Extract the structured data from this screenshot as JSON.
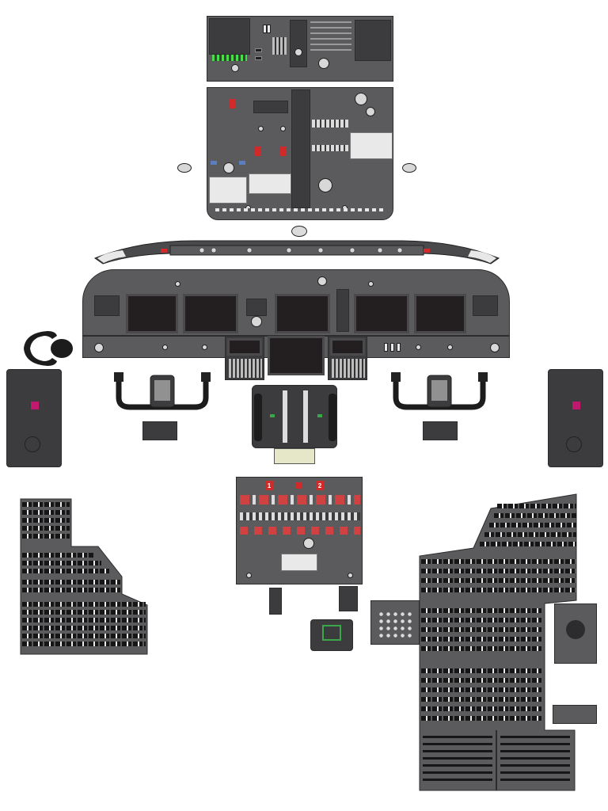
{
  "panels": {
    "overhead_upper": "overhead-aft-panel",
    "overhead_lower": "overhead-forward-panel",
    "glareshield": "glareshield-mcp",
    "main_instrument": "main-instrument-panel",
    "pedestal": "throttle-quadrant",
    "aft_pedestal": "aft-electronic-panel",
    "cb_left": "circuit-breaker-panel-left",
    "cb_right": "circuit-breaker-panel-right"
  },
  "labels": {
    "engine_1": "1",
    "engine_2": "2"
  },
  "colors": {
    "panel_gray": "#5b5b5d",
    "dark_gray": "#3c3c3e",
    "screen_black": "#231f20",
    "warning_red": "#d12a2a",
    "annunciator_green": "#3aa84a",
    "seat_magenta": "#c2186e"
  },
  "icons": {
    "compass": "compass-icon",
    "tiller": "tiller-icon",
    "yoke": "control-yoke-icon"
  }
}
